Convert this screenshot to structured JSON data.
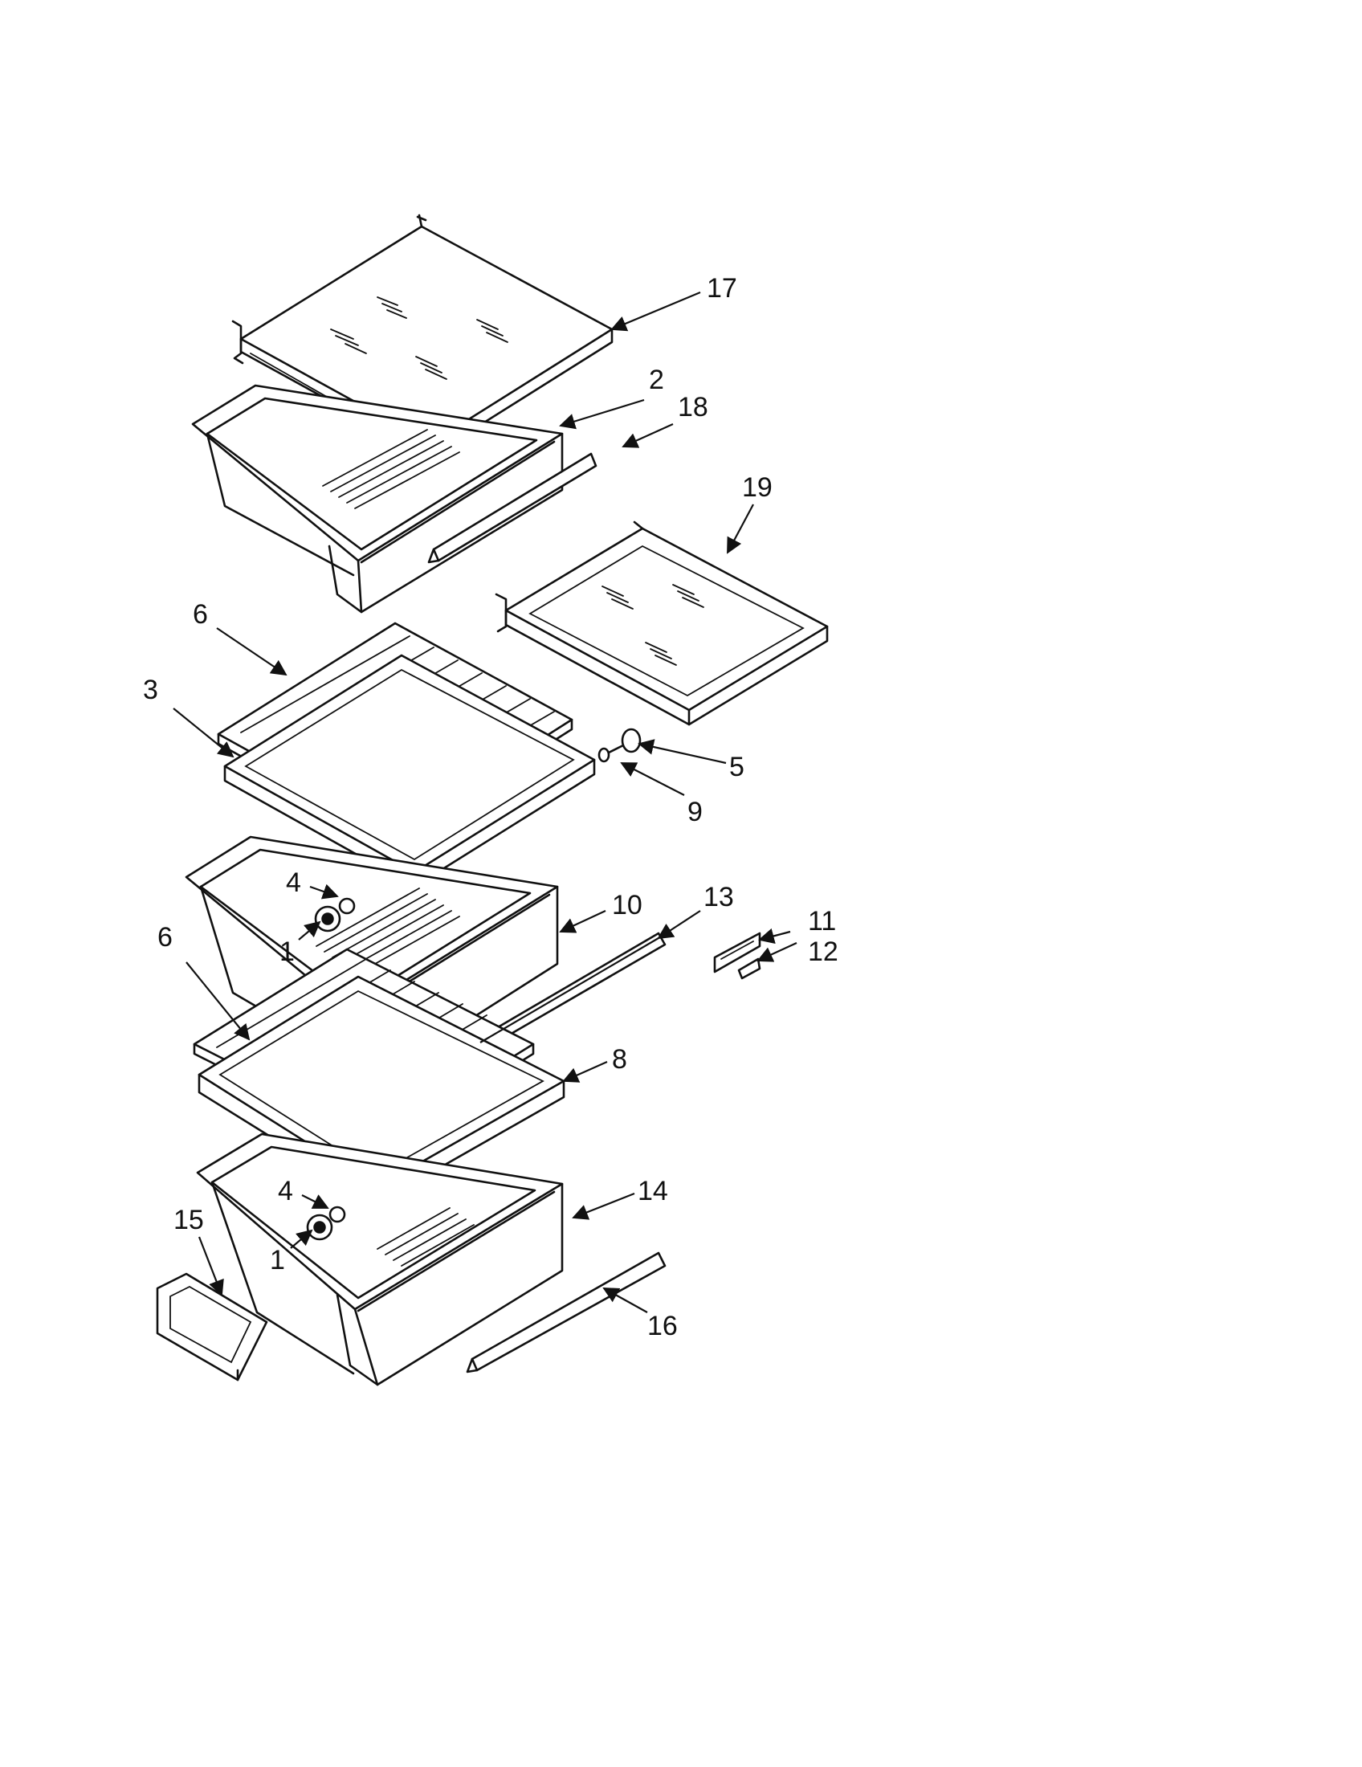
{
  "callouts": [
    {
      "id": "c17",
      "text": "17"
    },
    {
      "id": "c2",
      "text": "2"
    },
    {
      "id": "c18",
      "text": "18"
    },
    {
      "id": "c19",
      "text": "19"
    },
    {
      "id": "c6a",
      "text": "6"
    },
    {
      "id": "c3",
      "text": "3"
    },
    {
      "id": "c5",
      "text": "5"
    },
    {
      "id": "c9",
      "text": "9"
    },
    {
      "id": "c4a",
      "text": "4"
    },
    {
      "id": "c1a",
      "text": "1"
    },
    {
      "id": "c10",
      "text": "10"
    },
    {
      "id": "c13",
      "text": "13"
    },
    {
      "id": "c11",
      "text": "11"
    },
    {
      "id": "c12",
      "text": "12"
    },
    {
      "id": "c6b",
      "text": "6"
    },
    {
      "id": "c8",
      "text": "8"
    },
    {
      "id": "c4b",
      "text": "4"
    },
    {
      "id": "c1b",
      "text": "1"
    },
    {
      "id": "c14",
      "text": "14"
    },
    {
      "id": "c15",
      "text": "15"
    },
    {
      "id": "c16",
      "text": "16"
    }
  ],
  "colors": {
    "line": "#111111",
    "background": "#ffffff"
  }
}
